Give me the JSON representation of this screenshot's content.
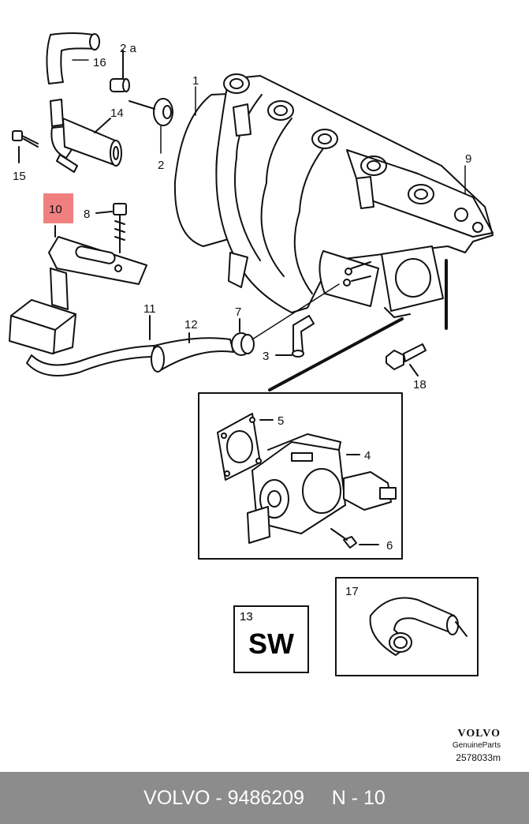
{
  "callouts": {
    "p1": "1",
    "p2": "2",
    "p2a": "2 a",
    "p3": "3",
    "p4": "4",
    "p5": "5",
    "p6": "6",
    "p7": "7",
    "p8": "8",
    "p9": "9",
    "p10": "10",
    "p11": "11",
    "p12": "12",
    "p13": "13",
    "p14": "14",
    "p15": "15",
    "p16": "16",
    "p17": "17",
    "p18": "18"
  },
  "highlight_color": "#f08080",
  "sw_label": "SW",
  "brand": {
    "logo": "VOLVO",
    "sub": "GenuineParts",
    "code": "2578033m"
  },
  "footer": {
    "left": "VOLVO - 9486209",
    "right": "N - 10"
  }
}
